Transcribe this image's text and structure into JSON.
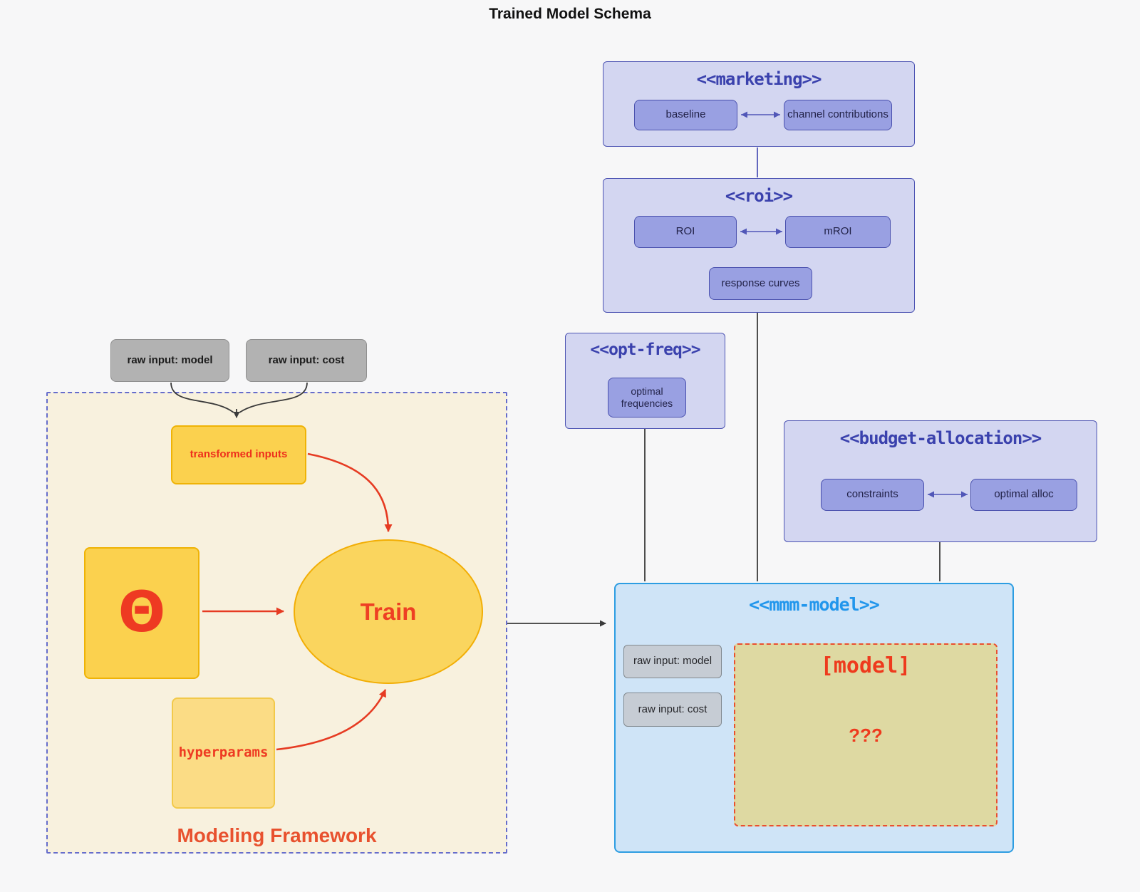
{
  "title": "Trained Model Schema",
  "marketing": {
    "title": "<<marketing>>",
    "baseline": "baseline",
    "channel_contributions": "channel contributions"
  },
  "roi": {
    "title": "<<roi>>",
    "roi": "ROI",
    "mroi": "mROI",
    "response_curves": "response curves"
  },
  "opt_freq": {
    "title": "<<opt-freq>>",
    "optimal_frequencies": "optimal frequencies"
  },
  "budget_allocation": {
    "title": "<<budget-allocation>>",
    "constraints": "constraints",
    "optimal_alloc": "optimal alloc"
  },
  "mmm_model": {
    "title": "<<mmm-model>>",
    "raw_input_model": "raw input: model",
    "raw_input_cost": "raw input: cost",
    "model_label": "[model]",
    "unknown": "???"
  },
  "modeling_framework": {
    "title": "Modeling Framework",
    "raw_input_model": "raw input: model",
    "raw_input_cost": "raw input: cost",
    "transformed_inputs": "transformed inputs",
    "theta": "Θ",
    "train": "Train",
    "hyperparams": "hyperparams"
  },
  "colors": {
    "page_background": "#f7f7f8",
    "lavender_container_fill": "#d3d6f1",
    "lavender_container_border": "#4d54b3",
    "container_title_text": "#3a41ad",
    "purple_node_fill": "#99a0e2",
    "purple_node_border": "#4a51ae",
    "mmm_fill": "#cfe4f7",
    "mmm_border": "#2d9de2",
    "mmm_title_text": "#2196ec",
    "khaki_fill": "#ded9a2",
    "framework_fill": "#f8f1de",
    "framework_border": "#666dcc",
    "yellow_node_fill": "#fbd14e",
    "yellow_node_border": "#efb306",
    "red_accent": "#ee3a22",
    "dark_edge": "#3a3a3a",
    "purple_edge": "#5157b8"
  }
}
